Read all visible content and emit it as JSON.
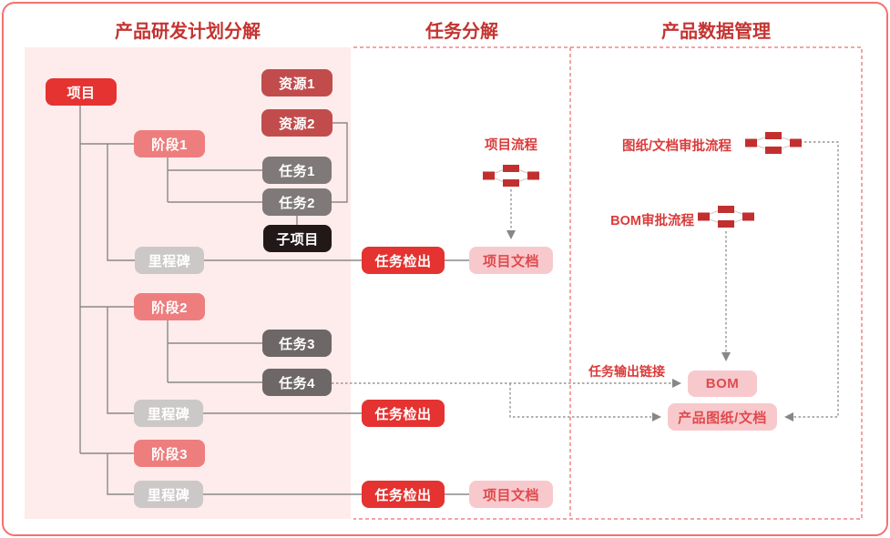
{
  "colors": {
    "accent_red": "#e43331",
    "brick_red": "#c24c4c",
    "coral": "#ee7e7e",
    "task_gray": "#7f7979",
    "task_dark_gray": "#6d6767",
    "subproject_black": "#221818",
    "milestone_gray": "#ccc8c8",
    "pink_box_bg": "#f8c9cc",
    "pink_box_text": "#df4a4e",
    "panel_pink": "#fdeceb",
    "dashed_border_red": "#ef8683",
    "connector_gray": "#8b8888",
    "title_red": "#c43431",
    "label_red": "#da3b3a",
    "flow_icon_red": "#c22f2f",
    "outer_frame_red": "#f3726e"
  },
  "sections": {
    "plan": {
      "title": "产品研发计划分解",
      "project": "项目",
      "resources": [
        "资源1",
        "资源2"
      ],
      "stages": [
        {
          "label": "阶段1",
          "tasks": [
            "任务1",
            "任务2"
          ],
          "subproject": "子项目",
          "milestone": "里程碑"
        },
        {
          "label": "阶段2",
          "tasks": [
            "任务3",
            "任务4"
          ],
          "milestone": "里程碑"
        },
        {
          "label": "阶段3",
          "milestone": "里程碑"
        }
      ]
    },
    "tasks": {
      "title": "任务分解",
      "flow_label": "项目流程",
      "checkouts": [
        "任务检出",
        "任务检出",
        "任务检出"
      ],
      "documents": [
        "项目文档",
        "项目文档"
      ]
    },
    "pdm": {
      "title": "产品数据管理",
      "approvals": [
        "图纸/文档审批流程",
        "BOM审批流程"
      ],
      "link_label": "任务输出链接",
      "bom": "BOM",
      "product_doc": "产品图纸/文档"
    }
  }
}
